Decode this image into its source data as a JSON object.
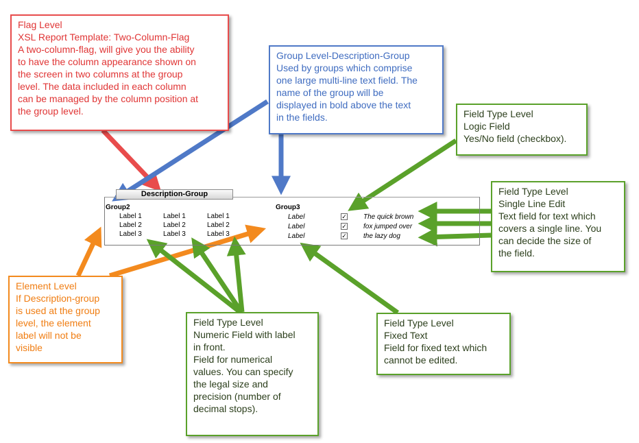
{
  "callouts": {
    "flag": {
      "lines": [
        "Flag Level",
        "XSL Report Template: Two-Column-Flag",
        "A two-column-flag, will give you the ability",
        "to have the column appearance shown on",
        "the screen in two columns at the group",
        "level. The data included in each column",
        "can be managed by the column position at",
        "the group level."
      ]
    },
    "group_level": {
      "lines": [
        "Group Level-Description-Group",
        "Used by groups which comprise",
        "one large multi-line text field. The",
        "name of the group will be",
        "displayed in bold above the text",
        "in the fields."
      ]
    },
    "logic_field": {
      "lines": [
        "Field Type Level",
        "Logic Field",
        "Yes/No field (checkbox)."
      ]
    },
    "single_line": {
      "lines": [
        "Field Type Level",
        "Single Line Edit",
        "Text field for text which",
        "covers a single line. You",
        "can decide the size of",
        "the field."
      ]
    },
    "element_level": {
      "lines": [
        "Element Level",
        "If Description-group",
        "is used at the group",
        "level, the element",
        "label will not be",
        "visible"
      ]
    },
    "numeric_field": {
      "lines": [
        "Field Type Level",
        "Numeric Field with label",
        "in front.",
        "Field for numerical",
        "values. You can specify",
        "the legal size and",
        "precision (number of",
        "decimal stops)."
      ]
    },
    "fixed_text": {
      "lines": [
        "Field Type Level",
        "Fixed Text",
        "Field for fixed text which",
        "cannot be edited."
      ]
    }
  },
  "form": {
    "header": "Description-Group",
    "group2": "Group2",
    "group3": "Group3",
    "col1": [
      "Label 1",
      "Label 2",
      "Label 3"
    ],
    "col2": [
      "Label 1",
      "Label 2",
      "Label 3"
    ],
    "col3": [
      "Label 1",
      "Label 2",
      "Label 3"
    ],
    "fixed": [
      "Label",
      "Label",
      "Label"
    ],
    "check_mark": "✓",
    "text_lines": [
      "The quick brown",
      "fox jumped over",
      "the lazy dog"
    ]
  },
  "colors": {
    "red": "#e84c4c",
    "blue": "#4f79c7",
    "green": "#5aa12a",
    "orange": "#f38a1e"
  }
}
